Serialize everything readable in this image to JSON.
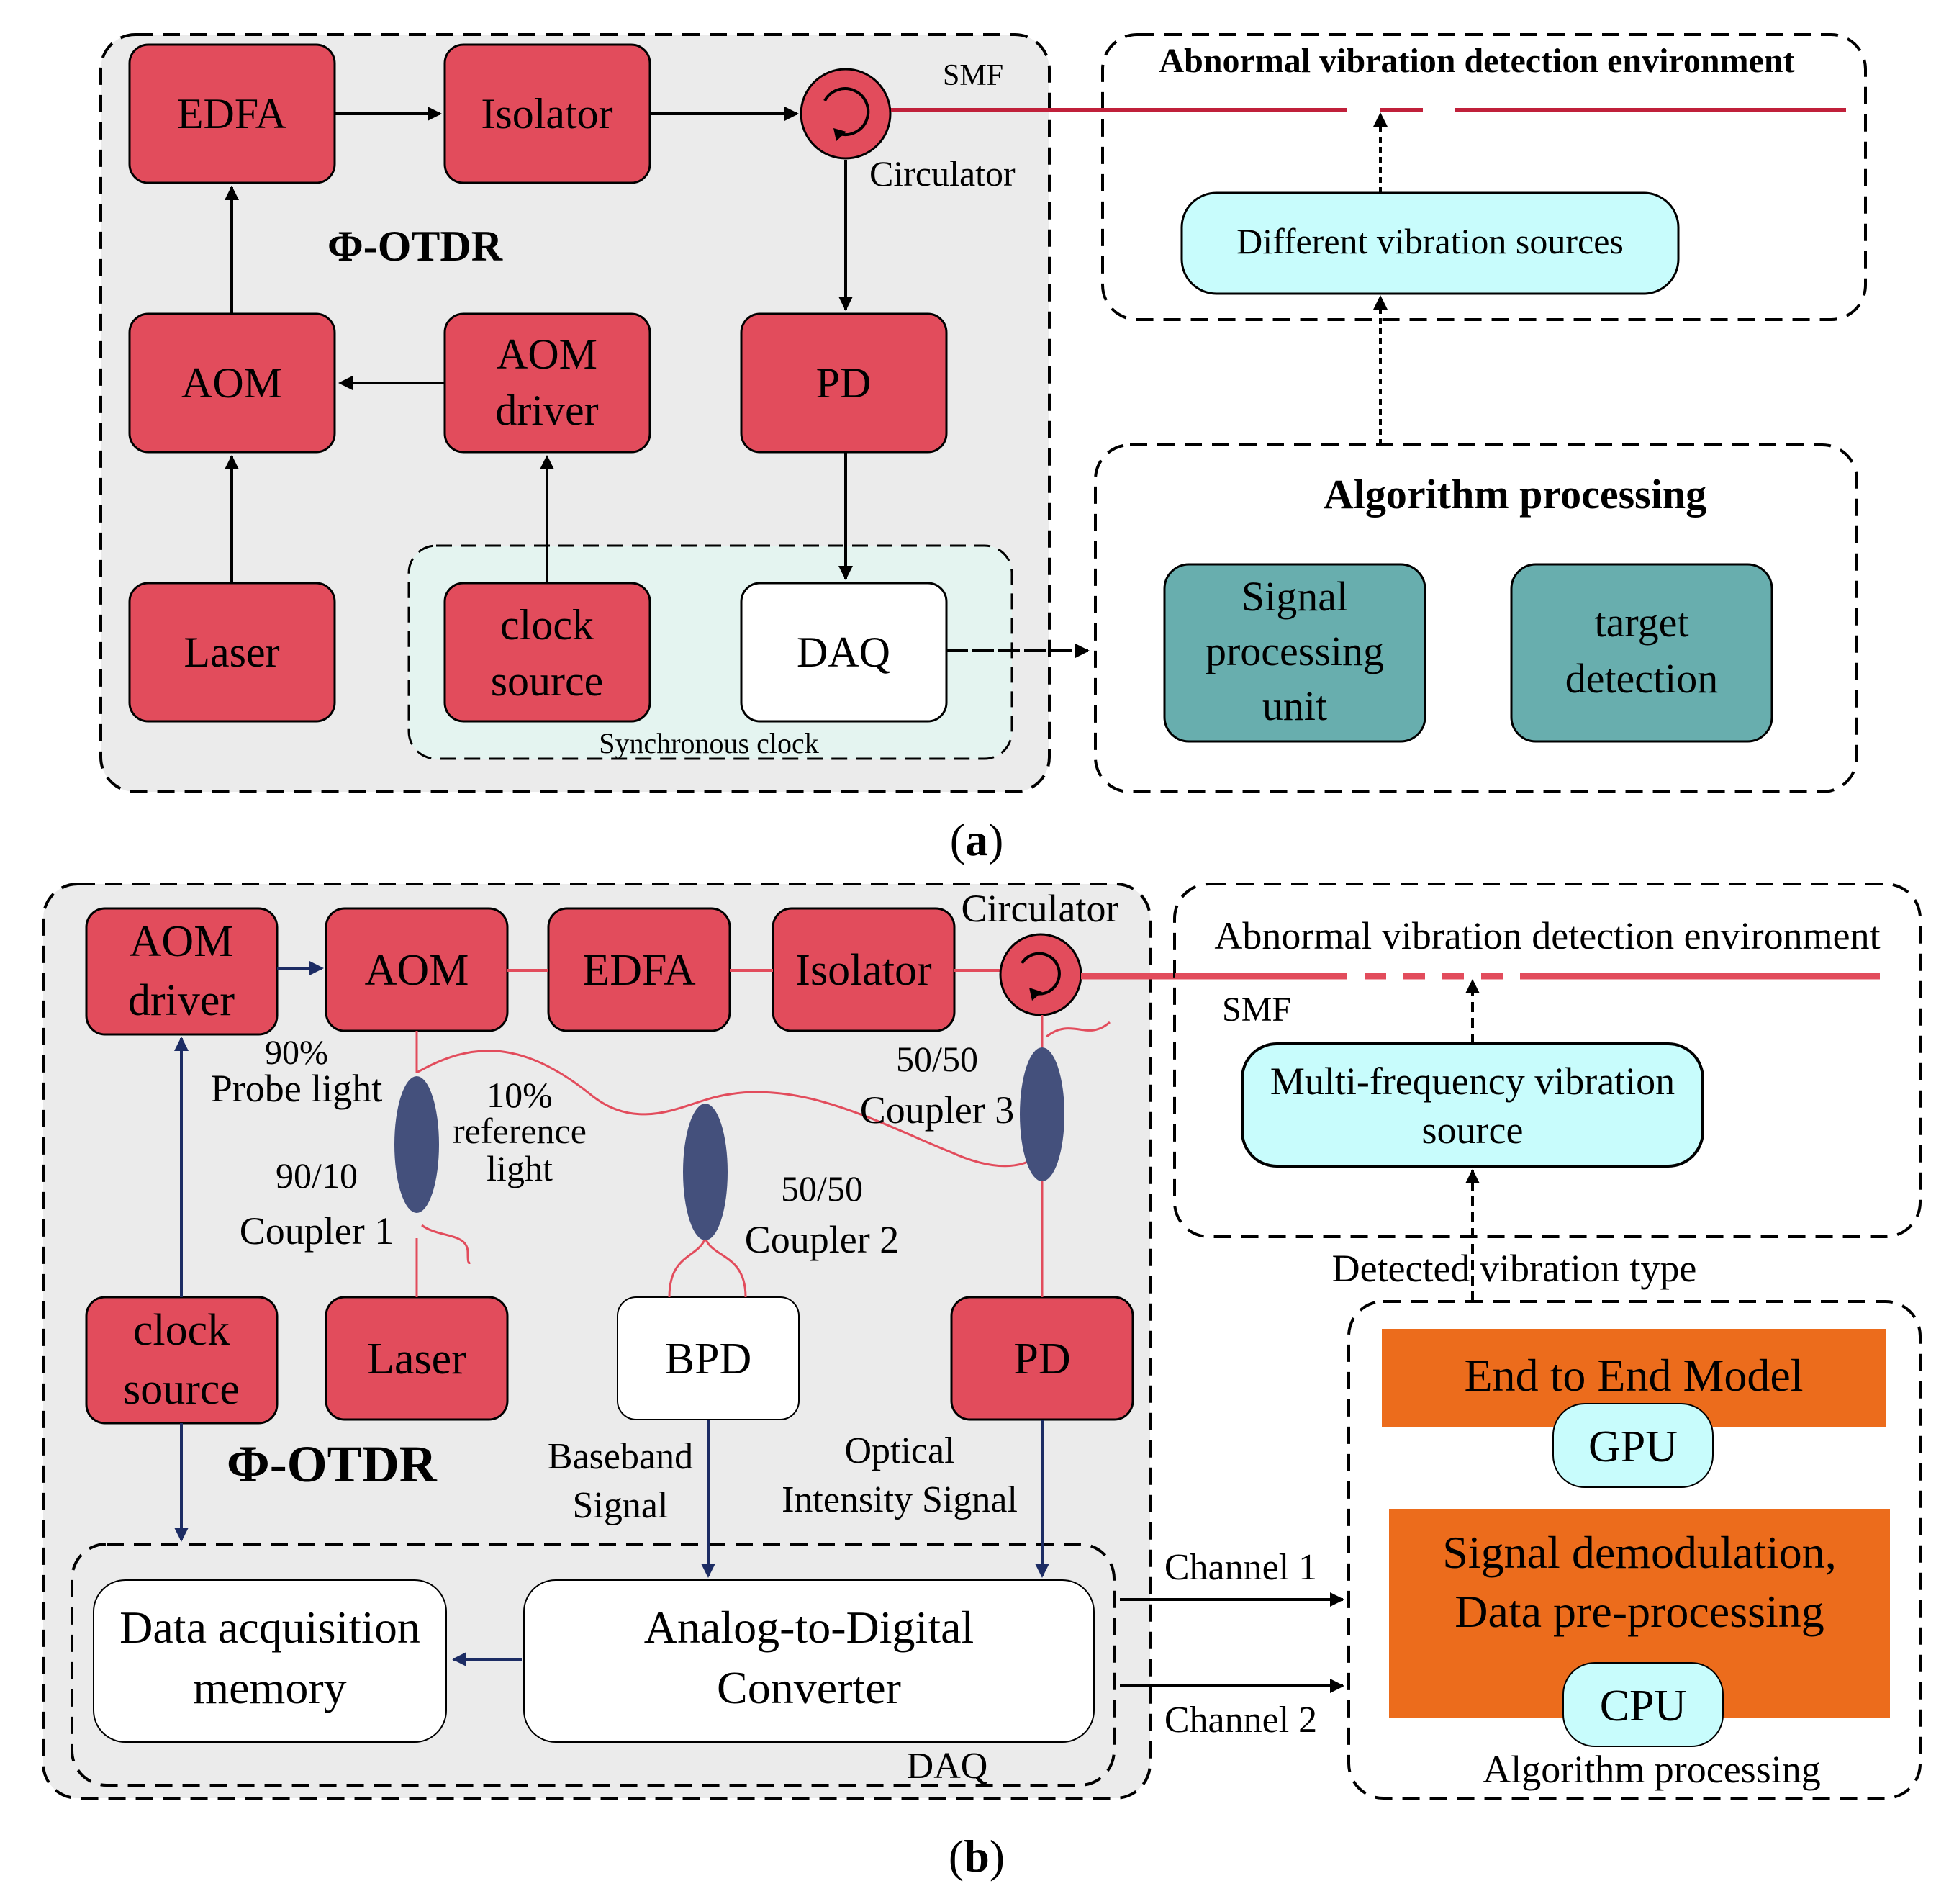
{
  "panel_a": {
    "caption_open": "(",
    "caption_letter": "a",
    "caption_close": ")",
    "otdr_title": "Φ-OTDR",
    "smf_label": "SMF",
    "circulator_label": "Circulator",
    "sync_clock_label": "Synchronous clock",
    "blocks": {
      "edfa": "EDFA",
      "isolator": "Isolator",
      "aom": "AOM",
      "aom_driver_line1": "AOM",
      "aom_driver_line2": "driver",
      "pd": "PD",
      "laser": "Laser",
      "clock_line1": "clock",
      "clock_line2": "source",
      "daq": "DAQ"
    },
    "environment_title": "Abnormal vibration detection environment",
    "vibration_sources": "Different vibration sources",
    "algorithm_title": "Algorithm processing",
    "signal_unit_line1": "Signal",
    "signal_unit_line2": "processing",
    "signal_unit_line3": "unit",
    "target_line1": "target",
    "target_line2": "detection"
  },
  "panel_b": {
    "caption_open": "(",
    "caption_letter": "b",
    "caption_close": ")",
    "otdr_title": "Φ-OTDR",
    "circulator_label": "Circulator",
    "smf_label": "SMF",
    "blocks": {
      "aom_driver_line1": "AOM",
      "aom_driver_line2": "driver",
      "aom": "AOM",
      "edfa": "EDFA",
      "isolator": "Isolator",
      "clock_line1": "clock",
      "clock_line2": "source",
      "laser": "Laser",
      "bpd": "BPD",
      "pd": "PD",
      "daq_memory_line1": "Data acquisition",
      "daq_memory_line2": "memory",
      "adc_line1": "Analog-to-Digital",
      "adc_line2": "Converter"
    },
    "probe_pct": "90%",
    "probe_label": "Probe light",
    "ref_pct": "10%",
    "ref_line1": "reference",
    "ref_line2": "light",
    "coupler1_ratio": "90/10",
    "coupler1_label": "Coupler 1",
    "coupler2_ratio": "50/50",
    "coupler2_label": "Coupler 2",
    "coupler3_ratio": "50/50",
    "coupler3_label": "Coupler 3",
    "baseband_line1": "Baseband",
    "baseband_line2": "Signal",
    "optical_line1": "Optical",
    "optical_line2": "Intensity Signal",
    "daq_label": "DAQ",
    "environment_title": "Abnormal vibration detection environment",
    "multi_source_line1": "Multi-frequency vibration",
    "multi_source_line2": "source",
    "detected_type": "Detected vibration type",
    "channel1": "Channel 1",
    "channel2": "Channel 2",
    "end_to_end": "End to End Model",
    "gpu": "GPU",
    "demod_line1": "Signal demodulation,",
    "demod_line2": "Data pre-processing",
    "cpu": "CPU",
    "algorithm_label": "Algorithm processing"
  },
  "colors": {
    "red_block": "#e24c5c",
    "teal_block": "#68aeae",
    "cyan_box": "#c8fcfc",
    "orange_block": "#ec6c1c",
    "coupler": "#44507c",
    "navy_arrow": "#1c2c64",
    "panel_grey": "#ebebeb",
    "sync_tint": "#e4f4f0"
  }
}
